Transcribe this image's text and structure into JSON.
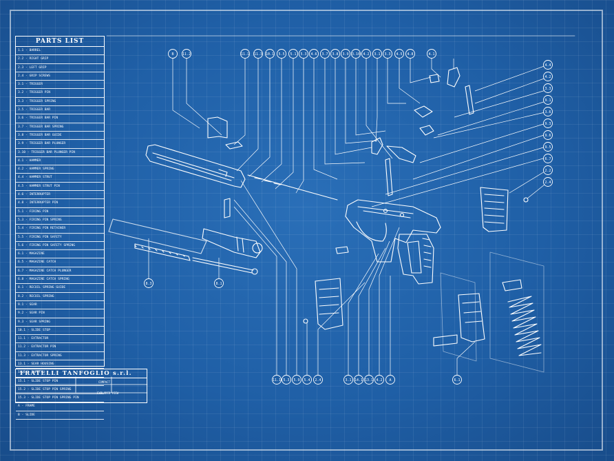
{
  "parts_list": {
    "title": "PARTS LIST",
    "items": [
      "1.1 - BARREL",
      "2.2 - RIGHT GRIP",
      "2.3 - LEFT GRIP",
      "2.4 - GRIP SCREWS",
      "3.1 - TRIGGER",
      "3.2 - TRIGGER PIN",
      "3.3 - TRIGGER SPRING",
      "3.5 - TRIGGER BAR",
      "3.6 - TRIGGER BAR PIN",
      "3.7 - TRIGGER BAR SPRING",
      "3.8 - TRIGGER BAR GUIDE",
      "3.9 - TRIGGER BAR PLUNGER",
      "3.10 - TRIGGER BAR PLUNGER PIN",
      "4.1 - HAMMER",
      "4.2 - HAMMER SPRING",
      "4.4 - HAMMER STRUT",
      "4.5 - HAMMER STRUT PIN",
      "4.6 - INTERRUPTER",
      "4.8 - INTERRUPTER PIN",
      "5.1 - FIRING PIN",
      "5.3 - FIRING PIN SPRING",
      "5.4 - FIRING PIN RETAINER",
      "5.5 - FIRING PIN SAFETY",
      "5.6 - FIRING PIN SAFETY SPRING",
      "6.1 - MAGAZINE",
      "6.5 - MAGAZINE CATCH",
      "6.7 - MAGAZINE CATCH PLUNGER",
      "6.8 - MAGAZINE CATCH SPRING",
      "8.1 - RECOIL SPRING GUIDE",
      "8.2 - RECOIL SPRING",
      "9.1 - SEAR",
      "9.2 - SEAR PIN",
      "9.3 - SEAR SPRING",
      "10.1 - SLIDE STOP",
      "11.1 - EXTRACTOR",
      "11.2 - EXTRACTOR PIN",
      "11.3 - EXTRACTOR SPRING",
      "13.1 - SEAR HOUSING",
      "14.1 - SAFETY",
      "15.1 - SLIDE STOP PIN",
      "15.2 - SLIDE STOP PIN SPRING",
      "15.3 - SLIDE STOP PIN SPRING PIN",
      "A - FRAME",
      "B - SLIDE"
    ]
  },
  "title_block": {
    "company": "FRATELLI TANFOGLIO s.r.l.",
    "name": "COMPACT",
    "view": "EXPLODED VIEW"
  },
  "callouts": {
    "top": [
      "B",
      "11.2",
      "11.1",
      "11.3",
      "10.1",
      "5.5",
      "5.1",
      "5.3",
      "4.6",
      "3.7",
      "3.8",
      "3.9",
      "3.10",
      "4.2",
      "3.1",
      "3.3",
      "4.5",
      "4.8",
      "4.1"
    ],
    "right": [
      "4.4",
      "4.2",
      "3.3",
      "9.1",
      "3.6",
      "9.3",
      "9.6",
      "9.5",
      "6.7",
      "2.2",
      "2.4"
    ],
    "bottom": [
      "11.1",
      "5.3",
      "5.9",
      "5.4",
      "2.4",
      "3.1",
      "14.1",
      "13.1",
      "4.2",
      "A",
      "6.1"
    ],
    "left": [
      "8.3",
      "8.1"
    ]
  },
  "colors": {
    "background": "#1f5fa6",
    "ink": "#ffffff"
  }
}
